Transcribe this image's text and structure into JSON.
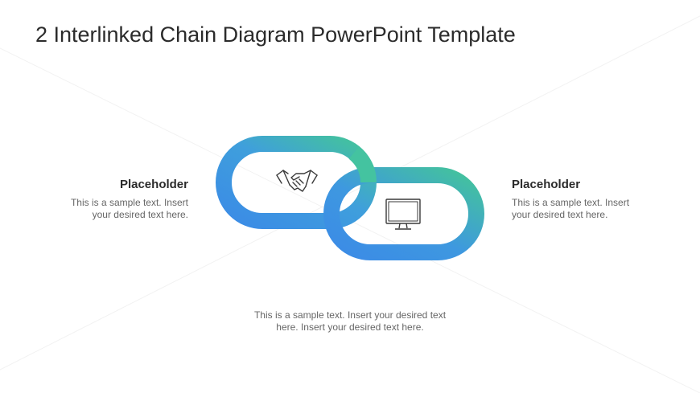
{
  "slide": {
    "title": "2 Interlinked Chain Diagram PowerPoint Template"
  },
  "left_block": {
    "heading": "Placeholder",
    "line1": "This is a sample text. Insert",
    "line2": "your desired text here."
  },
  "right_block": {
    "heading": "Placeholder",
    "line1": "This is a sample text. Insert",
    "line2": "your desired text here."
  },
  "bottom_block": {
    "line1": "This is a sample text. Insert your desired text",
    "line2": "here. Insert your desired text here."
  },
  "chain": {
    "links": [
      {
        "icon": "handshake-icon"
      },
      {
        "icon": "monitor-icon"
      }
    ],
    "colors": {
      "blue": "#3b8be6",
      "green": "#44c49a"
    }
  }
}
